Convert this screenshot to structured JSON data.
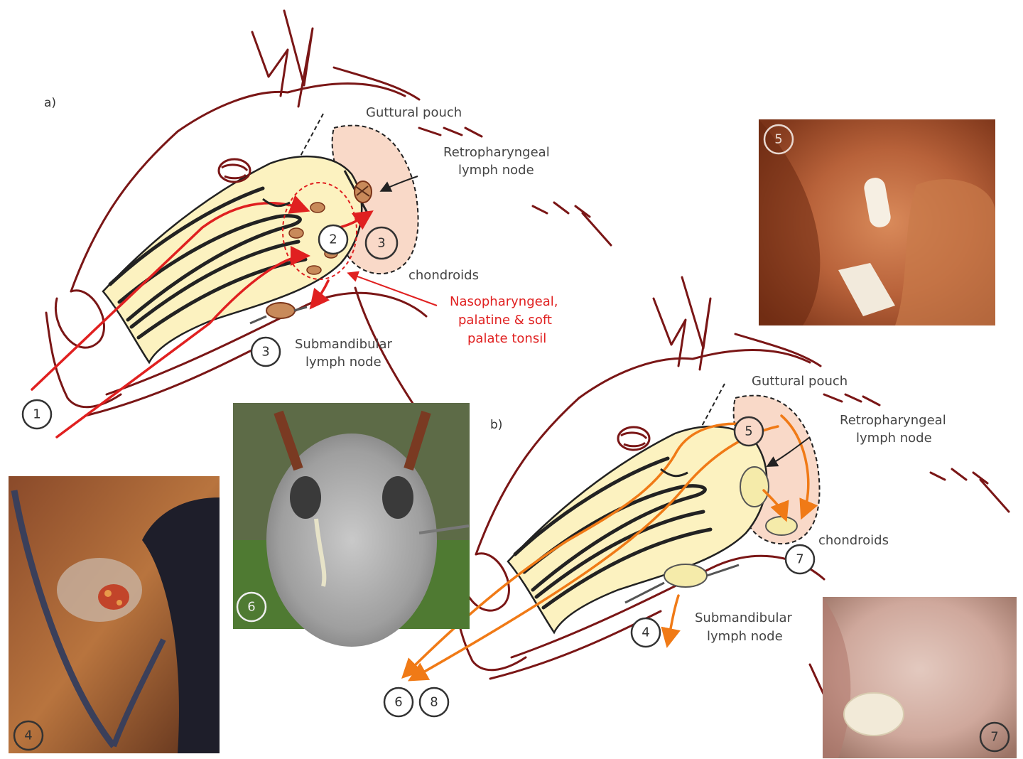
{
  "colors": {
    "outline": "#7a1616",
    "infection_red": "#e02020",
    "discharge_orange": "#f07a16",
    "airway_fill": "#fcf2c0",
    "pouch_fill": "#f9d9c8",
    "tonsil_label": "#e02020"
  },
  "panel_a": {
    "letter": "a)",
    "guttural_pouch": "Guttural pouch",
    "retro_line1": "Retropharyngeal",
    "retro_line2": "lymph node",
    "chondroids": "chondroids",
    "tonsil_line1": "Nasopharyngeal,",
    "tonsil_line2": "palatine & soft",
    "tonsil_line3": "palate tonsil",
    "submand_line1": "Submandibular",
    "submand_line2": "lymph node",
    "markers": {
      "m1": "1",
      "m2": "2",
      "m3a": "3",
      "m3b": "3"
    }
  },
  "panel_b": {
    "letter": "b)",
    "guttural_pouch": "Guttural pouch",
    "retro_line1": "Retropharyngeal",
    "retro_line2": "lymph node",
    "chondroids": "chondroids",
    "submand_line1": "Submandibular",
    "submand_line2": "lymph node",
    "markers": {
      "m4": "4",
      "m5": "5",
      "m6": "6",
      "m7": "7",
      "m8": "8"
    }
  },
  "photos": {
    "p5": "5",
    "p6": "6",
    "p4": "4",
    "p7": "7"
  }
}
